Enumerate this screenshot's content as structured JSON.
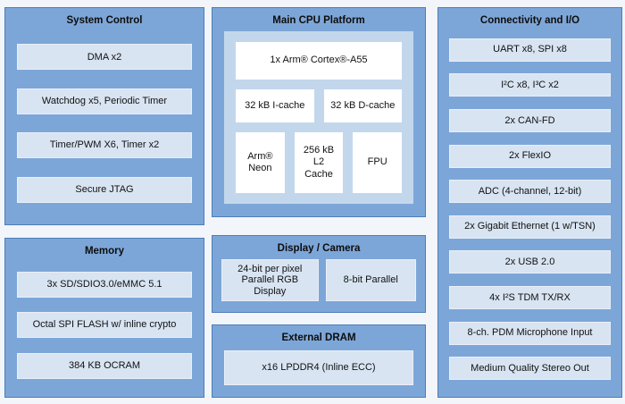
{
  "colors": {
    "block_blue": "#7da6d8",
    "item_light_blue": "#d8e4f2",
    "cpu_inner_blue": "#c3d7ec",
    "white_box": "#ffffff",
    "page_background": "#f2f5f9",
    "border_blue": "#4d7eb8",
    "text": "#111111"
  },
  "blocks": {
    "system_control": {
      "title": "System Control",
      "items": [
        "DMA x2",
        "Watchdog x5, Periodic Timer",
        "Timer/PWM X6, Timer x2",
        "Secure JTAG"
      ]
    },
    "memory": {
      "title": "Memory",
      "items": [
        "3x SD/SDIO3.0/eMMC 5.1",
        "Octal SPI FLASH w/ inline crypto",
        "384 KB OCRAM"
      ]
    },
    "main_cpu": {
      "title": "Main CPU Platform",
      "core": "1x Arm® Cortex®-A55",
      "icache": "32 kB I-cache",
      "dcache": "32 kB D-cache",
      "neon": "Arm® Neon",
      "l2_cache": "256 kB L2 Cache",
      "fpu": "FPU"
    },
    "display_camera": {
      "title": "Display / Camera",
      "items": [
        "24-bit per pixel Parallel RGB Display",
        "8-bit Parallel"
      ]
    },
    "external_dram": {
      "title": "External DRAM",
      "items": [
        "x16 LPDDR4 (Inline ECC)"
      ]
    },
    "connectivity": {
      "title": "Connectivity and I/O",
      "items": [
        "UART x8, SPI x8",
        "I²C x8, I³C x2",
        "2x CAN-FD",
        "2x FlexIO",
        "ADC (4-channel, 12-bit)",
        "2x Gigabit Ethernet (1 w/TSN)",
        "2x USB 2.0",
        "4x I²S TDM TX/RX",
        "8-ch. PDM Microphone Input",
        "Medium Quality Stereo Out"
      ]
    }
  }
}
